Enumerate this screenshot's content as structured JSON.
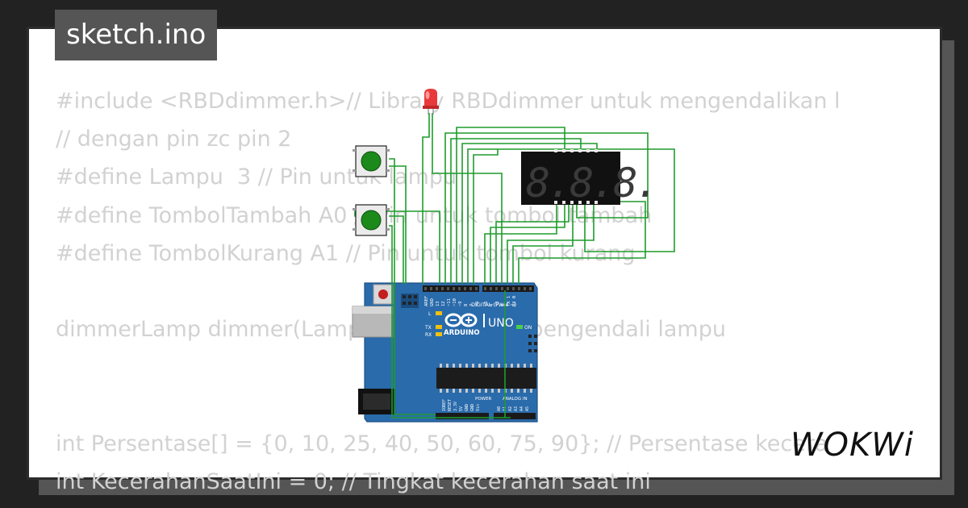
{
  "file_title": "sketch.ino",
  "code_lines": [
    "#include <RBDdimmer.h>// Library RBDdimmer untuk mengendalikan l",
    "// dengan pin zc pin 2",
    "#define Lampu  3 // Pin untuk lampu",
    "#define TombolTambah A0 // Pin untuk tombol tambah",
    "#define TombolKurang A1 // Pin untuk tombol kurang",
    "",
    "dimmerLamp dimmer(Lampu); // Membuat pengendali lampu",
    "",
    "",
    "int Persentase[] = {0, 10, 25, 40, 50, 60, 75, 90}; // Persentase kecera",
    "int KecerahanSaatIni = 0; // Tingkat kecerahan saat ini"
  ],
  "board": {
    "brand": "ARDUINO",
    "model": "UNO",
    "digital_label": "DIGITAL (PWM ~)",
    "power_label": "POWER",
    "analog_label": "ANALOG IN",
    "on_label": "ON",
    "l_label": "L",
    "tx_label": "TX",
    "rx_label": "RX",
    "top_pins": [
      "AREF",
      "GND",
      "13",
      "12",
      "~11",
      "~10",
      "~9",
      "8",
      "7",
      "~6",
      "~5",
      "4",
      "~3",
      "2",
      "TX 1",
      "RX 0"
    ],
    "bottom_pins": [
      "IOREF",
      "RESET",
      "3.3V",
      "5V",
      "GND",
      "GND",
      "Vin",
      "A0",
      "A1",
      "A2",
      "A3",
      "A4",
      "A5"
    ]
  },
  "display": {
    "digits": "8.8.8."
  },
  "brand_logo": "WOKWi",
  "colors": {
    "wire": "#1e9c2c",
    "board": "#2a6bab",
    "led": "#e83a3a",
    "button": "#1b8a1b",
    "code_text": "#d2d2d2"
  },
  "icons": [
    "arduino-infinity-icon",
    "led-icon",
    "pushbutton-icon",
    "seven-segment-icon",
    "wokwi-logo-icon"
  ]
}
